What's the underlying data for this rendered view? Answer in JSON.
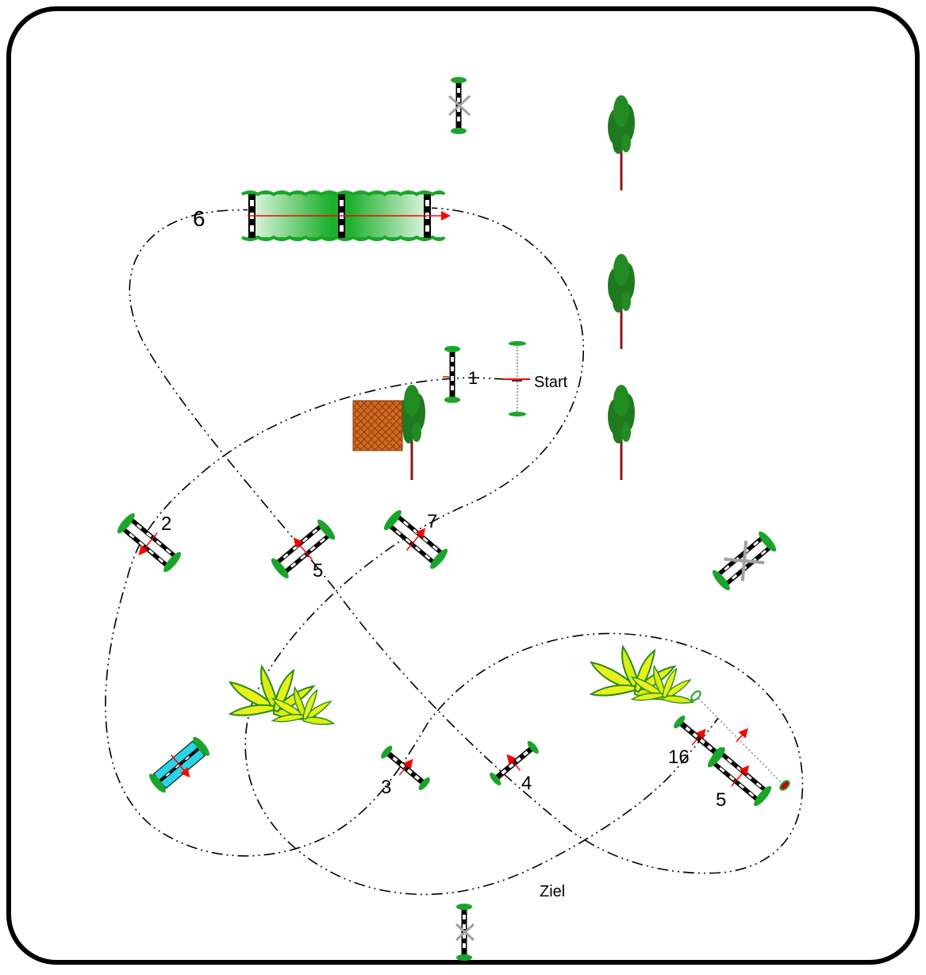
{
  "course": {
    "start_label": "Start",
    "finish_label": "Ziel",
    "obstacle_numbers": {
      "n1": "1",
      "n2": "2",
      "n3": "3",
      "n4": "4",
      "n5a": "5",
      "n5b": "5",
      "n6": "6",
      "n7": "7",
      "n16": "16"
    }
  },
  "colors": {
    "frame": "#000000",
    "path": "#000000",
    "direction_arrow": "#ff0000",
    "hedge_green": "#1aa52a",
    "tree_trunk": "#8b1a1a",
    "tree_foliage": "#1f7a1f",
    "water_tray": "#29d3e8",
    "wall_brown": "#c8641e",
    "bush_yellow": "#e6f21a",
    "cancelled_cross": "#a0a0a0"
  }
}
